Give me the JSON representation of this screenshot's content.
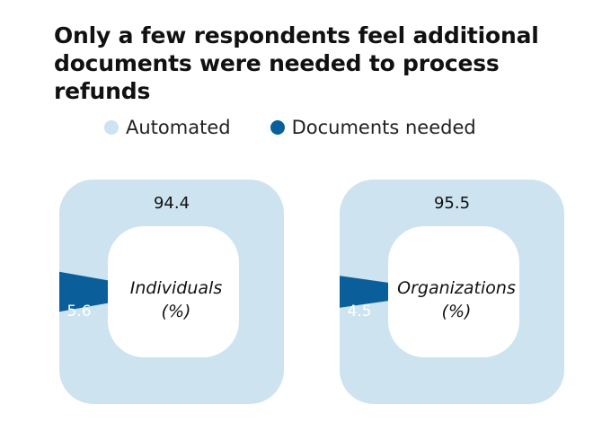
{
  "colors": {
    "automated": "#cde3ef",
    "documents_needed": "#0a5f9a",
    "inner": "#ffffff"
  },
  "chart_data": {
    "type": "pie",
    "title": "Only a few respondents feel additional documents were needed to process refunds",
    "legend": {
      "placement": "top",
      "entries": [
        "Automated",
        "Documents needed"
      ]
    },
    "charts": [
      {
        "label": "Individuals",
        "unit": "(%)",
        "slices": [
          {
            "name": "Automated",
            "value": 94.4
          },
          {
            "name": "Documents needed",
            "value": 5.6
          }
        ]
      },
      {
        "label": "Organizations",
        "unit": "(%)",
        "slices": [
          {
            "name": "Automated",
            "value": 95.5
          },
          {
            "name": "Documents needed",
            "value": 4.5
          }
        ]
      }
    ]
  }
}
